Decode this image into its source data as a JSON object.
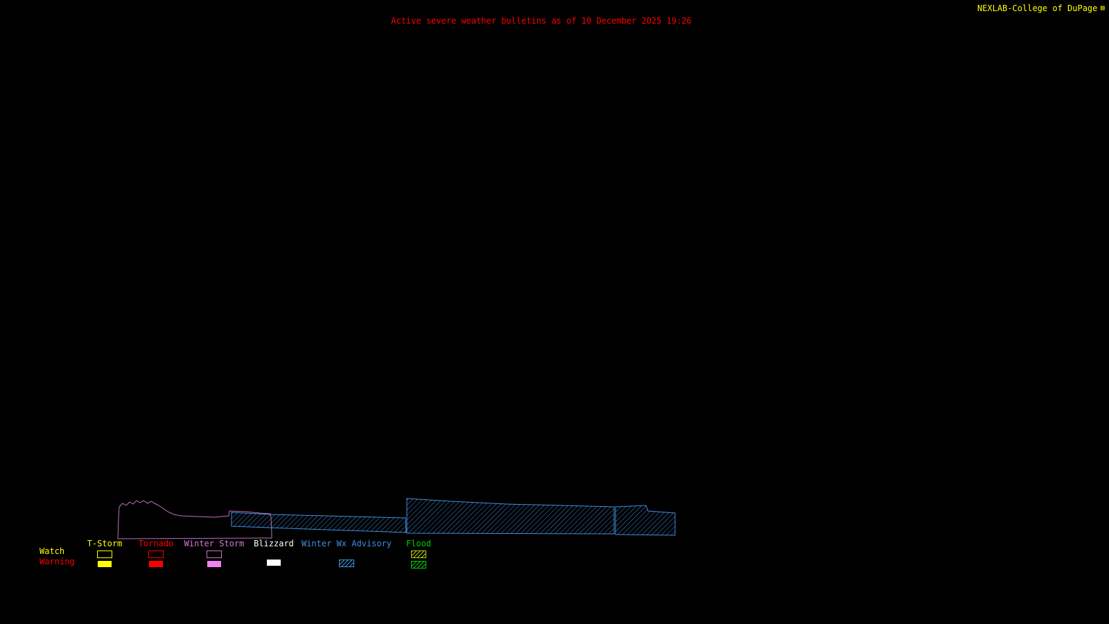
{
  "title": "Active severe weather bulletins as of 10 December 2025 19:26",
  "attribution": "NEXLAB-College of DuPage",
  "attribution_glyph": "⊠",
  "colors": {
    "background": "#000000",
    "title": "#ff0000",
    "attribution": "#ffff00"
  },
  "legend": {
    "row_labels": [
      {
        "label": "Watch",
        "color": "#ffff00"
      },
      {
        "label": "Warning",
        "color": "#ff0000"
      }
    ],
    "columns": [
      {
        "label": "T-Storm",
        "label_color": "#ffff00",
        "watch": {
          "style": "outline",
          "color": "#ffff00"
        },
        "warning": {
          "style": "fill",
          "color": "#ffff00"
        }
      },
      {
        "label": "Tornado",
        "label_color": "#ff0000",
        "watch": {
          "style": "outline",
          "color": "#ff0000"
        },
        "warning": {
          "style": "fill",
          "color": "#ff0000"
        }
      },
      {
        "label": "Winter Storm",
        "label_color": "#cc7acc",
        "watch": {
          "style": "outline",
          "color": "#c878c8"
        },
        "warning": {
          "style": "fill",
          "color": "#ee82ee"
        }
      },
      {
        "label": "Blizzard",
        "label_color": "#ffffff",
        "watch": {
          "style": "none"
        },
        "warning": {
          "style": "fill",
          "color": "#ffffff"
        }
      },
      {
        "label": "Winter Wx Advisory",
        "label_color": "#4090e0",
        "watch": {
          "style": "none"
        },
        "warning": {
          "style": "hatch",
          "color": "#4090e0"
        }
      },
      {
        "label": "Flood",
        "label_color": "#00cc00",
        "watch": {
          "style": "hatch",
          "color": "#b8cc00"
        },
        "warning": {
          "style": "hatch",
          "color": "#00cc00"
        }
      }
    ]
  },
  "map": {
    "regions": [
      {
        "name": "winter-storm-watch-region",
        "style": "outline",
        "color": "#c070c0",
        "points": [
          [
            170,
            777
          ],
          [
            171,
            748
          ],
          [
            172,
            731
          ],
          [
            177,
            726
          ],
          [
            182,
            729
          ],
          [
            187,
            724
          ],
          [
            192,
            727
          ],
          [
            197,
            722
          ],
          [
            202,
            725
          ],
          [
            207,
            722
          ],
          [
            213,
            726
          ],
          [
            218,
            723
          ],
          [
            223,
            726
          ],
          [
            229,
            729
          ],
          [
            235,
            733
          ],
          [
            242,
            738
          ],
          [
            251,
            742
          ],
          [
            261,
            744
          ],
          [
            285,
            745
          ],
          [
            310,
            746
          ],
          [
            330,
            744
          ],
          [
            331,
            737
          ],
          [
            355,
            738
          ],
          [
            375,
            740
          ],
          [
            390,
            741
          ],
          [
            391,
            746
          ],
          [
            392,
            770
          ],
          [
            392,
            776
          ]
        ]
      },
      {
        "name": "winter-wx-advisory-region-west",
        "style": "hatch",
        "color": "#4090e0",
        "points": [
          [
            334,
            739
          ],
          [
            390,
            742
          ],
          [
            585,
            747
          ],
          [
            586,
            768
          ],
          [
            470,
            764
          ],
          [
            334,
            759
          ]
        ]
      },
      {
        "name": "winter-wx-advisory-region-central",
        "style": "hatch",
        "color": "#4090e0",
        "points": [
          [
            587,
            719
          ],
          [
            650,
            723
          ],
          [
            730,
            727
          ],
          [
            810,
            729
          ],
          [
            886,
            731
          ],
          [
            886,
            770
          ],
          [
            587,
            769
          ]
        ]
      },
      {
        "name": "winter-wx-advisory-region-east",
        "style": "hatch",
        "color": "#4090e0",
        "points": [
          [
            888,
            731
          ],
          [
            932,
            729
          ],
          [
            935,
            737
          ],
          [
            974,
            740
          ],
          [
            974,
            772
          ],
          [
            888,
            771
          ]
        ]
      }
    ]
  }
}
